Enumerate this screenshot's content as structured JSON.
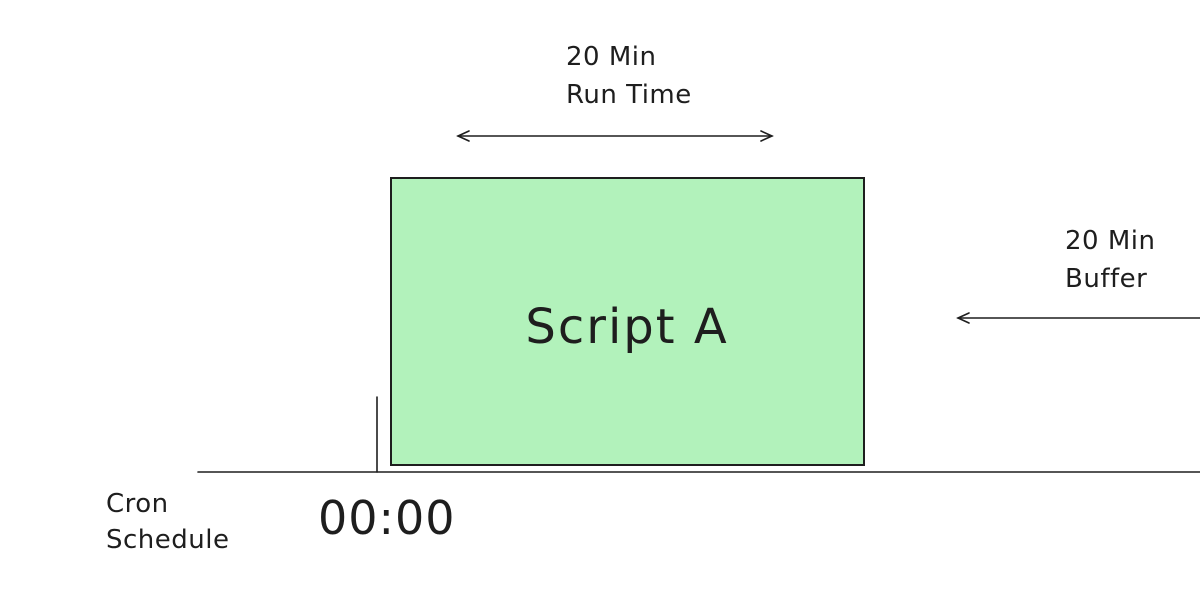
{
  "diagram": {
    "run_time": {
      "line1": "20 Min",
      "line2": "Run Time"
    },
    "buffer": {
      "line1": "20 Min",
      "line2": "Buffer"
    },
    "script": {
      "label": "Script A",
      "fill_color": "#b2f2bb",
      "stroke_color": "#1e1e1e"
    },
    "cron": {
      "line1": "Cron",
      "line2": "Schedule"
    },
    "start_time": "00:00"
  }
}
